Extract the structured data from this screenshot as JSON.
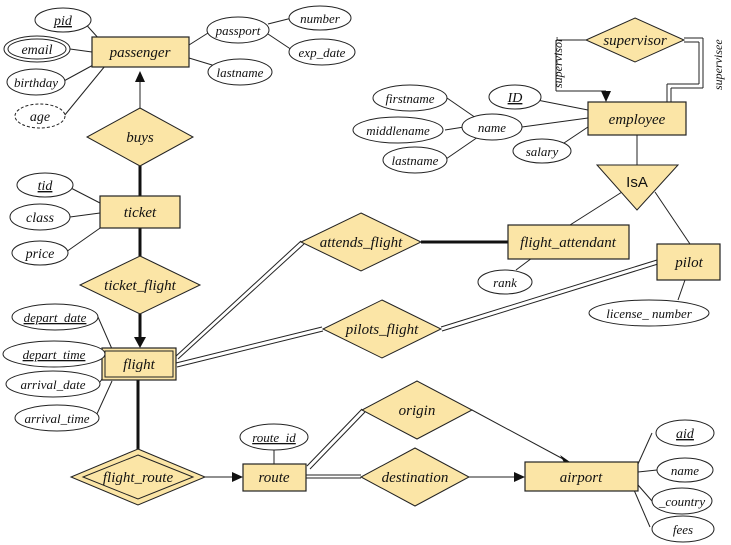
{
  "colors": {
    "entity_fill": "#fbe5a6",
    "line": "#222222"
  },
  "entities": {
    "passenger": "passenger",
    "employee": "employee",
    "ticket": "ticket",
    "flight_attendant": "flight_attendant",
    "pilot": "pilot",
    "flight": "flight",
    "route": "route",
    "airport": "airport"
  },
  "relationships": {
    "buys": "buys",
    "supervisor": "supervisor",
    "ticket_flight": "ticket_flight",
    "attends_flight": "attends_flight",
    "pilots_flight": "pilots_flight",
    "flight_route": "flight_route",
    "origin": "origin",
    "destination": "destination"
  },
  "isa_label": "IsA",
  "role_labels": {
    "supervisor": "supervisor",
    "supervisee": "supervisee"
  },
  "attributes": {
    "pid": "pid",
    "email": "email",
    "birthday": "birthday",
    "age": "age",
    "passport": "passport",
    "number": "number",
    "exp_date": "exp_date",
    "lastname_p": "lastname",
    "tid": "tid",
    "class": "class",
    "price": "price",
    "firstname": "firstname",
    "middlename": "middlename",
    "lastname_e": "lastname",
    "name_e": "name",
    "ID": "ID",
    "salary": "salary",
    "rank": "rank",
    "license_number": "license_ number",
    "depart_date": "depart_date",
    "depart_time": "depart_time",
    "arrival_date": "arrival_date",
    "arrival_time": "arrival_time",
    "route_id": "route_id",
    "aid": "aid",
    "name_a": "name",
    "country": "_country",
    "fees": "fees"
  }
}
